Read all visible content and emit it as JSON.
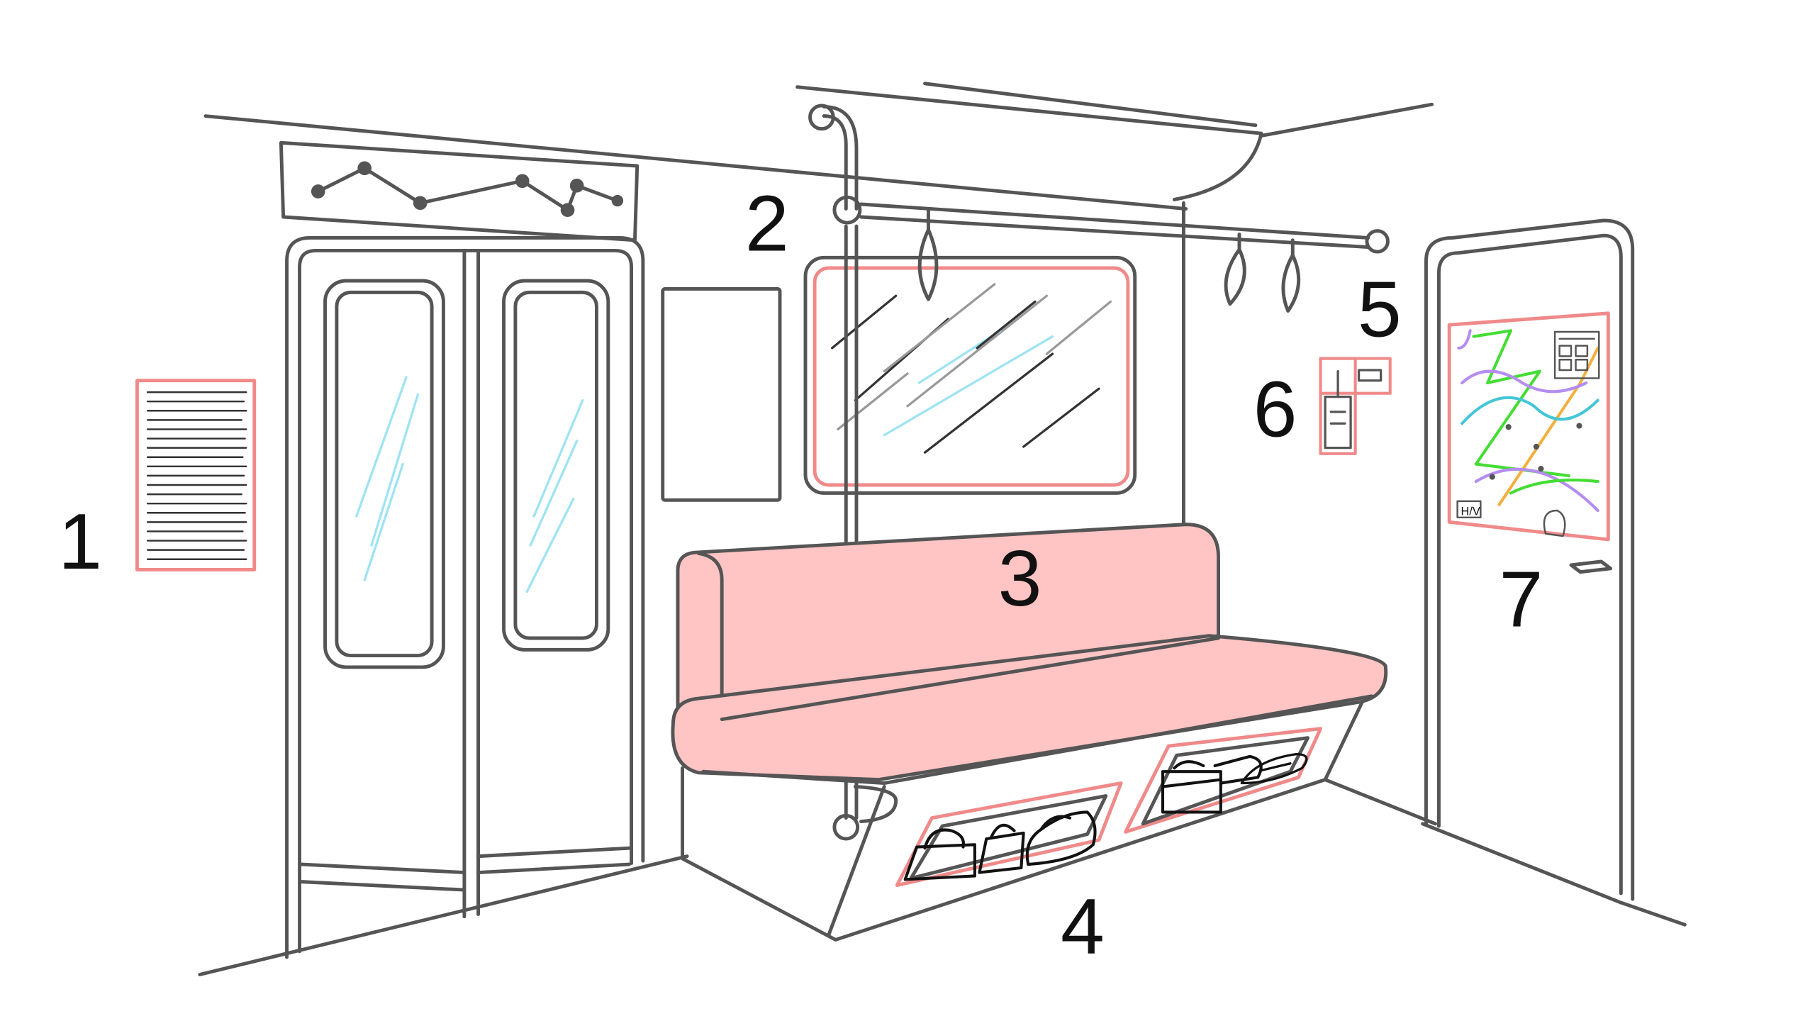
{
  "colors": {
    "line": "#555555",
    "highlight": "#f08a8a",
    "seat_fill": "#ffc4c4",
    "glass": "#9ee3f3",
    "text": "#111111",
    "map_green": "#44dd33",
    "map_orange": "#f2b040",
    "map_purple": "#b58cf0",
    "map_cyan": "#44c6d8"
  },
  "callouts": {
    "one": "1",
    "two": "2",
    "three": "3",
    "four": "4",
    "five": "5",
    "six": "6",
    "seven": "7"
  },
  "map_poster": {
    "corner_label": "H/V"
  },
  "icons": {
    "route_line": "route-line-icon",
    "handle_strap": "strap-handle-icon",
    "handbag": "handbag-icon",
    "suitcase": "suitcase-icon",
    "skateboard": "skateboard-icon",
    "door_handle": "door-handle-icon"
  }
}
